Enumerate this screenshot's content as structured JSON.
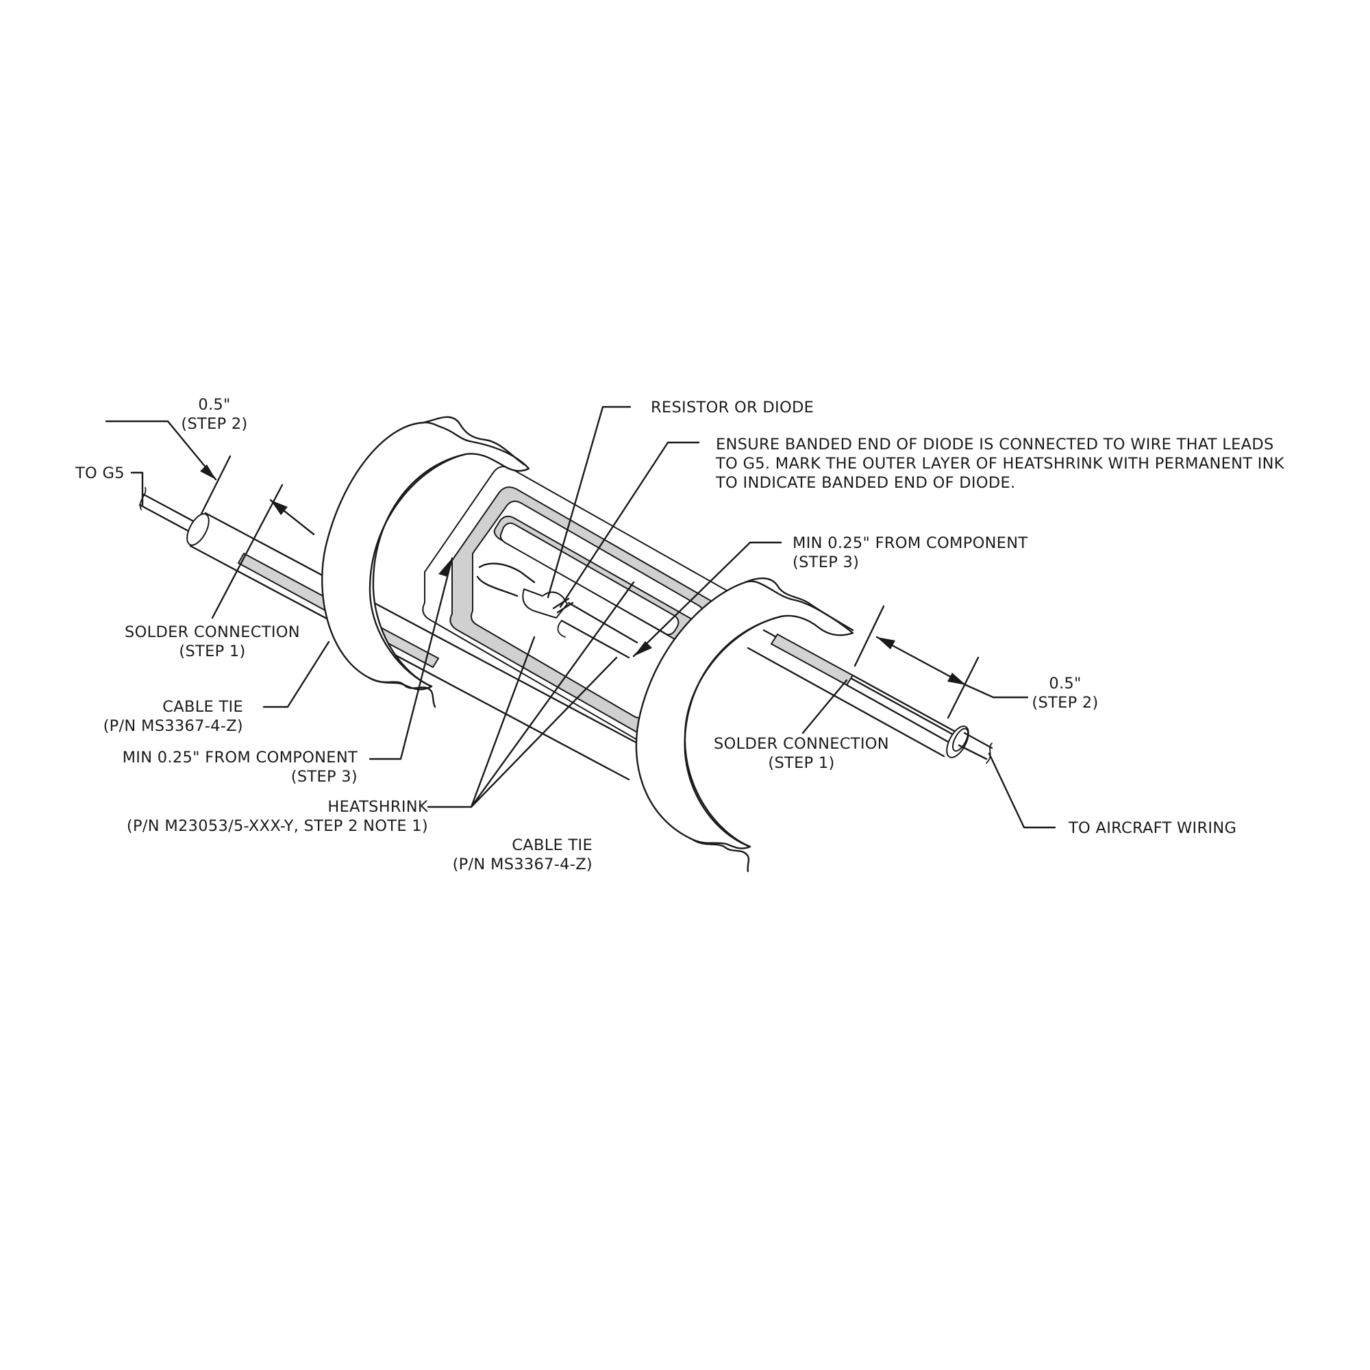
{
  "labels": {
    "top_left_dimension": "0.5\"",
    "top_left_dimension_step": "(STEP 2)",
    "to_g5": "TO G5",
    "solder_left": "SOLDER CONNECTION",
    "solder_left_step": "(STEP 1)",
    "cable_tie_left": "CABLE TIE",
    "cable_tie_left_pn": "(P/N MS3367-4-Z)",
    "min_left": "MIN 0.25\" FROM COMPONENT",
    "min_left_step": "(STEP 3)",
    "heatshrink": "HEATSHRINK",
    "heatshrink_pn": "(P/N M23053/5-XXX-Y, STEP 2 NOTE 1)",
    "cable_tie_right": "CABLE TIE",
    "cable_tie_right_pn": "(P/N MS3367-4-Z)",
    "resistor_or_diode": "RESISTOR OR DIODE",
    "note_line1": "ENSURE BANDED END OF DIODE IS CONNECTED TO WIRE THAT LEADS",
    "note_line2": "TO G5. MARK THE OUTER LAYER OF HEATSHRINK WITH PERMANENT INK",
    "note_line3": "TO INDICATE BANDED END OF DIODE.",
    "min_right": "MIN 0.25\" FROM COMPONENT",
    "min_right_step": "(STEP 3)",
    "right_dimension": "0.5\"",
    "right_dimension_step": "(STEP 2)",
    "solder_right": "SOLDER CONNECTION",
    "solder_right_step": "(STEP 1)",
    "to_aircraft": "TO AIRCRAFT WIRING"
  }
}
